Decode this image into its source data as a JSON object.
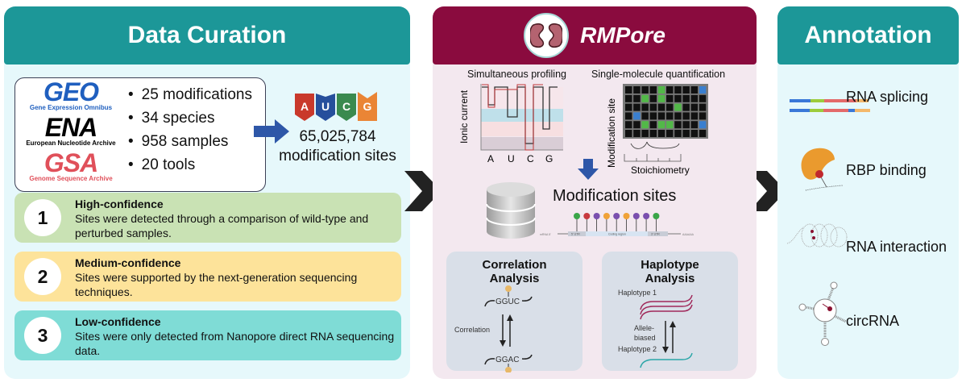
{
  "curation": {
    "title": "Data Curation",
    "sources": [
      {
        "name": "GEO",
        "full": "Gene Expression Omnibus",
        "color": "#1f5fbf"
      },
      {
        "name": "ENA",
        "full": "European Nucleotide Archive",
        "color": "#000000"
      },
      {
        "name": "GSA",
        "full": "Genome Sequence Archive",
        "color": "#e0505a"
      }
    ],
    "stats": [
      "25 modifications",
      "34 species",
      "958 samples",
      "20 tools"
    ],
    "nucleotides": [
      {
        "letter": "A",
        "color": "#c9392b"
      },
      {
        "letter": "U",
        "color": "#264f9c"
      },
      {
        "letter": "C",
        "color": "#3a8a4f"
      },
      {
        "letter": "G",
        "color": "#ea8535"
      }
    ],
    "total_count": "65,025,784",
    "total_label": "modification sites",
    "confidence_levels": [
      {
        "num": "1",
        "title": "High-confidence",
        "desc": "Sites were detected through a comparison of wild-type and perturbed samples.",
        "color": "#c9e2b4"
      },
      {
        "num": "2",
        "title": "Medium-confidence",
        "desc": "Sites were supported by the next-generation sequencing techniques.",
        "color": "#fde39a"
      },
      {
        "num": "3",
        "title": "Low-confidence",
        "desc": "Sites were only detected from Nanopore direct RNA sequencing data.",
        "color": "#7fdcd6"
      }
    ]
  },
  "rmpore": {
    "title": "RMPore",
    "profiling": {
      "title": "Simultaneous profiling",
      "ylabel": "Ionic current",
      "bases": [
        "A",
        "U",
        "C",
        "G"
      ]
    },
    "quantification": {
      "title": "Single-molecule quantification",
      "ylabel": "Modification site",
      "xlabel": "Stoichiometry"
    },
    "mod_sites_title": "Modification sites",
    "transcript": {
      "left": "mRNA 5'",
      "utr5": "5' UTR",
      "cds": "Coding region",
      "utr3": "3' UTR",
      "right": "AAAAAA"
    },
    "correlation": {
      "title_1": "Correlation",
      "title_2": "Analysis",
      "seq_top": "GGUC",
      "seq_bottom": "GGAC",
      "arrow_label": "Correlation"
    },
    "haplotype": {
      "title_1": "Haplotype",
      "title_2": "Analysis",
      "hap1": "Haplotype 1",
      "hap2": "Haplotype 2",
      "label_1": "Allele-",
      "label_2": "biased"
    }
  },
  "annotation": {
    "title": "Annotation",
    "items": [
      "RNA splicing",
      "RBP binding",
      "RNA interaction",
      "circRNA"
    ]
  }
}
